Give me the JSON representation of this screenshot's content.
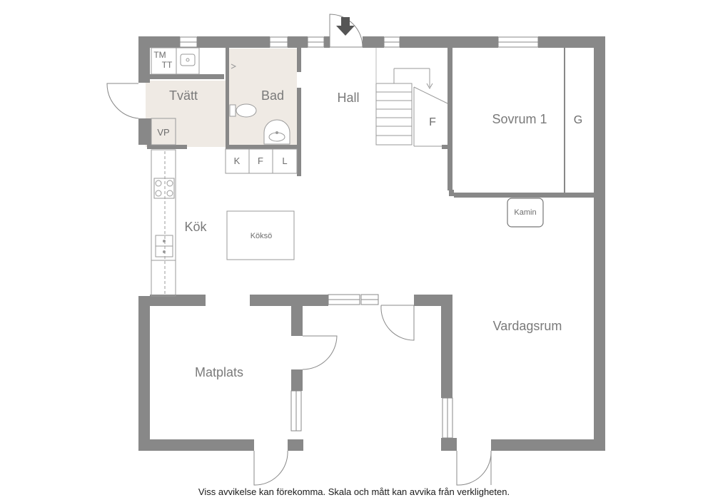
{
  "rooms": {
    "tvatt": "Tvätt",
    "bad": "Bad",
    "hall": "Hall",
    "sovrum1": "Sovrum 1",
    "kok": "Kök",
    "matplats": "Matplats",
    "vardagsrum": "Vardagsrum"
  },
  "fixtures": {
    "tm": "TM",
    "tt": "TT",
    "vp": "VP",
    "k": "K",
    "f_closet": "F",
    "l": "L",
    "f_hall": "F",
    "g": "G",
    "kamin": "Kamin",
    "kokso": "Köksö"
  },
  "disclaimer": "Viss avvikelse kan förekomma. Skala och mått kan avvika från verkligheten.",
  "colors": {
    "wall": "#8a8a8a",
    "wetroom": "#efeae4",
    "line": "#9a9a9a"
  }
}
